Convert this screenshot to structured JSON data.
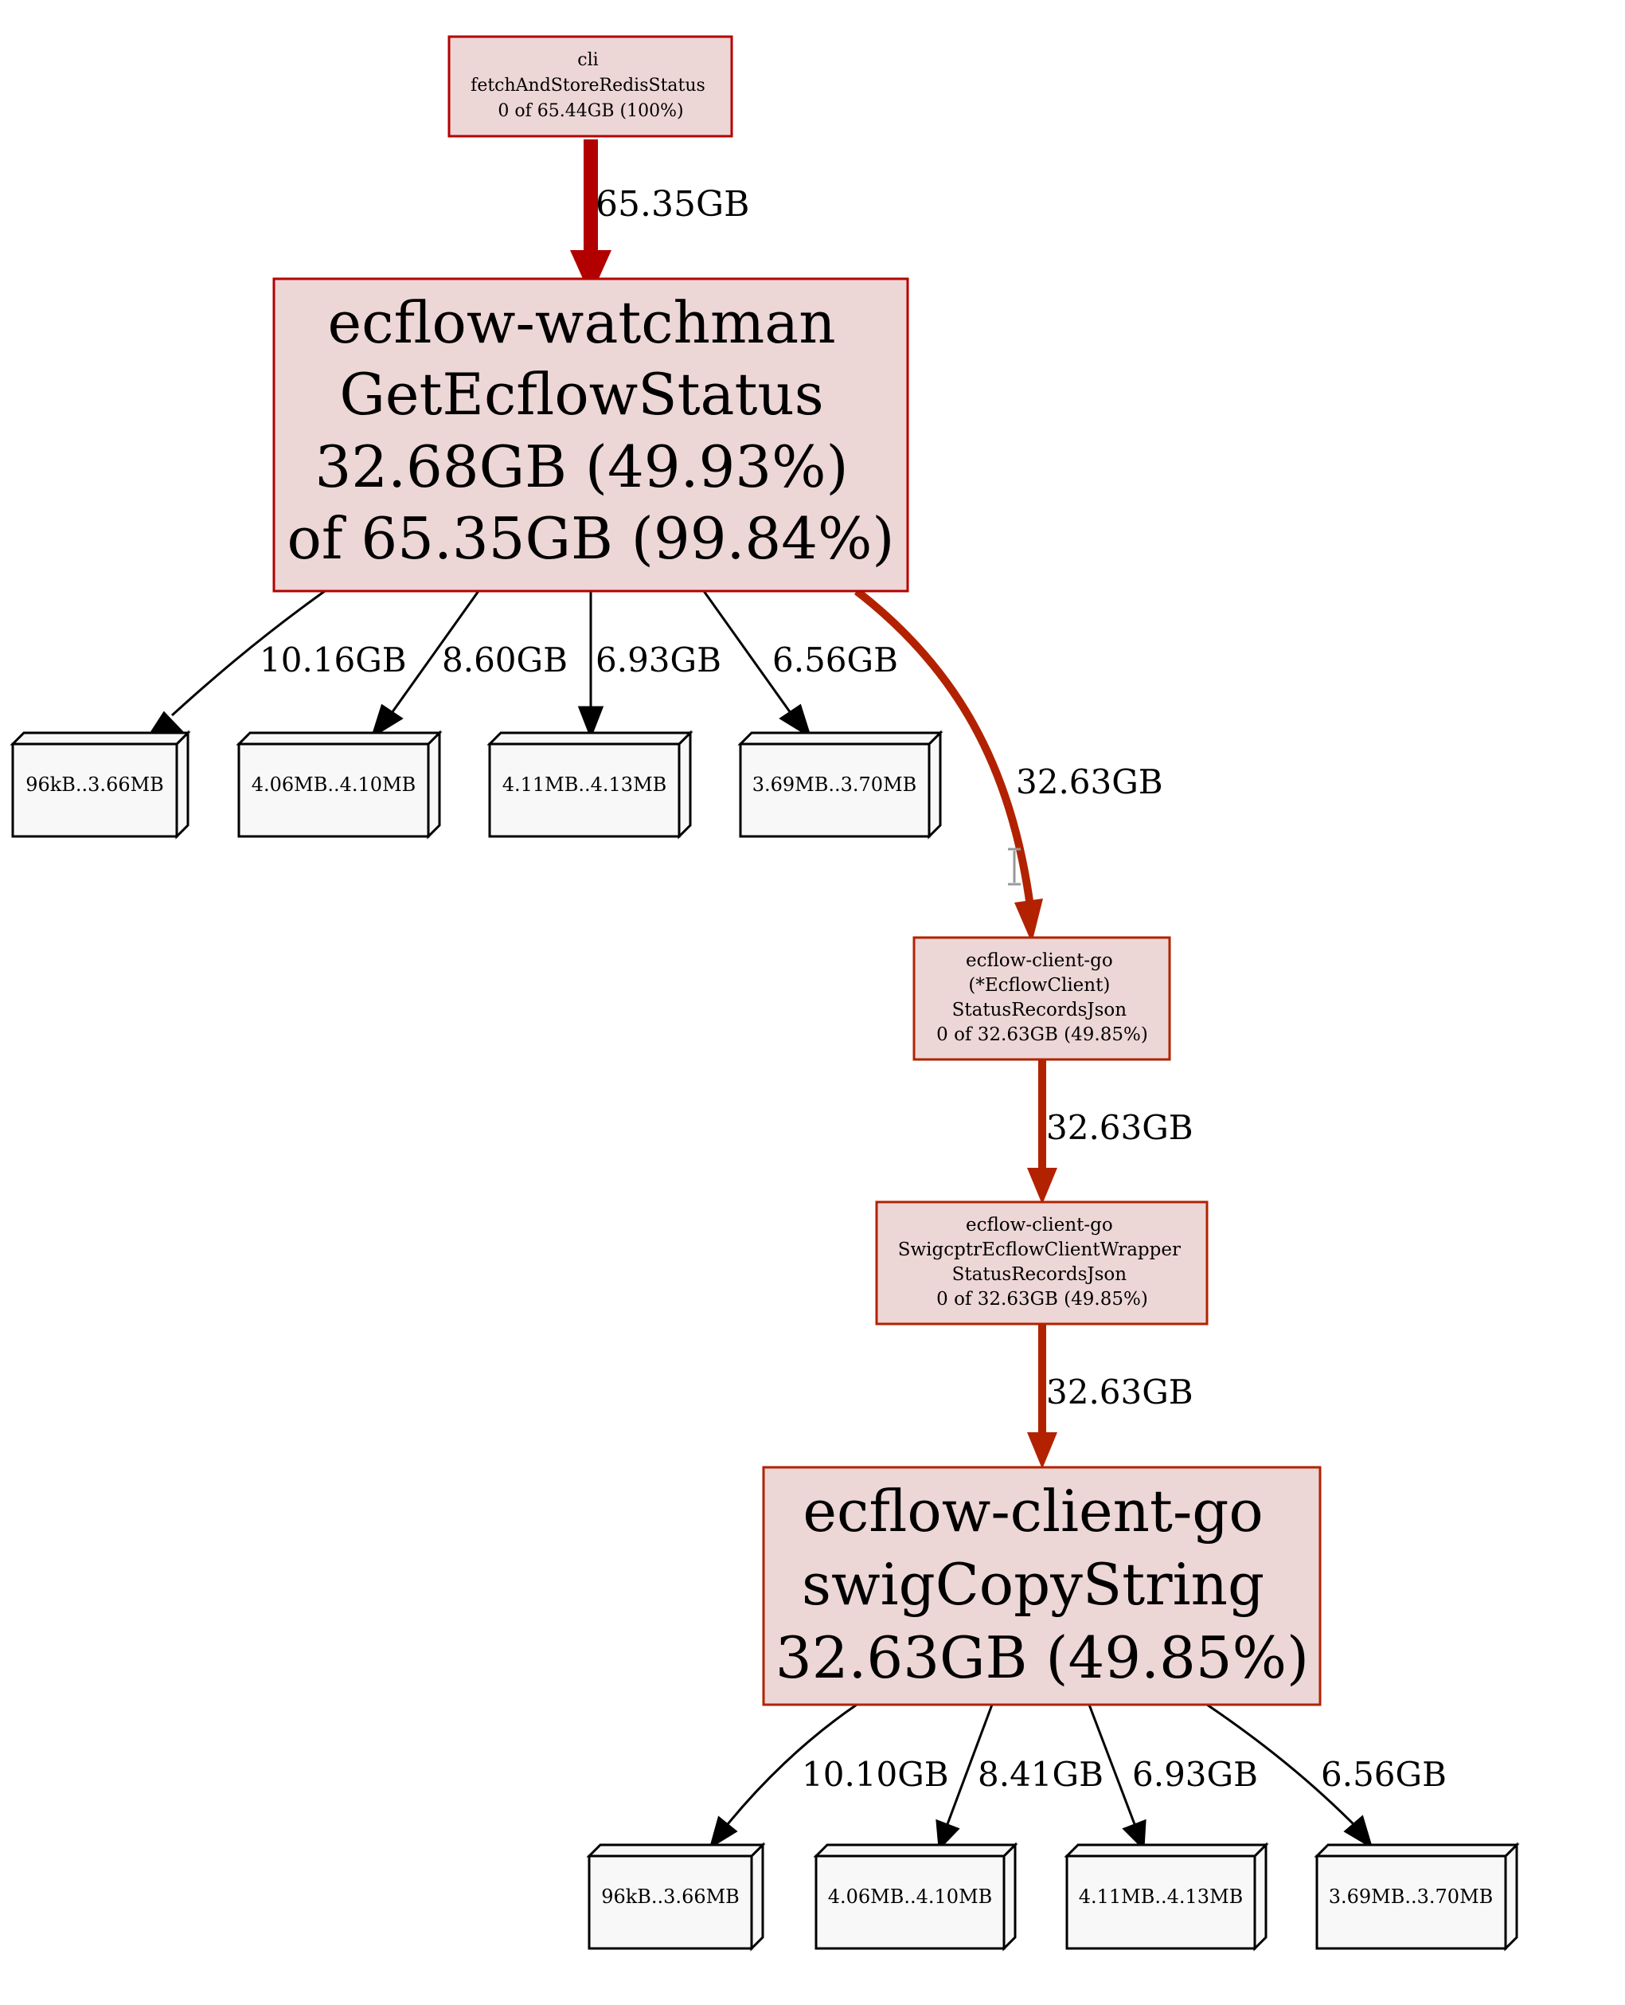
{
  "colors": {
    "node_fill": "#edd6d6",
    "border_dark_red": "#b40000",
    "border_red": "#b22200",
    "edge_hot": "#b22200",
    "edge_top": "#b20000",
    "edge_normal": "#000000",
    "leaf_fill": "#f8f8f8"
  },
  "nodes": {
    "cli_fetch": {
      "lines": [
        "cli",
        "fetchAndStoreRedisStatus",
        "0 of 65.44GB (100%)"
      ]
    },
    "get_ecflow_status": {
      "lines": [
        "ecflow-watchman",
        "GetEcflowStatus",
        "32.68GB (49.93%)",
        "of 65.35GB (99.84%)"
      ]
    },
    "status_records_json": {
      "lines": [
        "ecflow-client-go",
        "(*EcflowClient)",
        "StatusRecordsJson",
        "0 of 32.63GB (49.85%)"
      ]
    },
    "swig_wrapper": {
      "lines": [
        "ecflow-client-go",
        "SwigcptrEcflowClientWrapper",
        "StatusRecordsJson",
        "0 of 32.63GB (49.85%)"
      ]
    },
    "swig_copy_string": {
      "lines": [
        "ecflow-client-go",
        "swigCopyString",
        "32.63GB (49.85%)"
      ]
    }
  },
  "leaves_upper": [
    "96kB..3.66MB",
    "4.06MB..4.10MB",
    "4.11MB..4.13MB",
    "3.69MB..3.70MB"
  ],
  "leaves_lower": [
    "96kB..3.66MB",
    "4.06MB..4.10MB",
    "4.11MB..4.13MB",
    "3.69MB..3.70MB"
  ],
  "edges": {
    "cli_to_status": "65.35GB",
    "status_leaf_1": "10.16GB",
    "status_leaf_2": "8.60GB",
    "status_leaf_3": "6.93GB",
    "status_leaf_4": "6.56GB",
    "status_to_records": "32.63GB",
    "records_to_wrapper": "32.63GB",
    "wrapper_to_copy": "32.63GB",
    "copy_leaf_1": "10.10GB",
    "copy_leaf_2": "8.41GB",
    "copy_leaf_3": "6.93GB",
    "copy_leaf_4": "6.56GB"
  },
  "cursor_icon": "text-cursor-icon"
}
